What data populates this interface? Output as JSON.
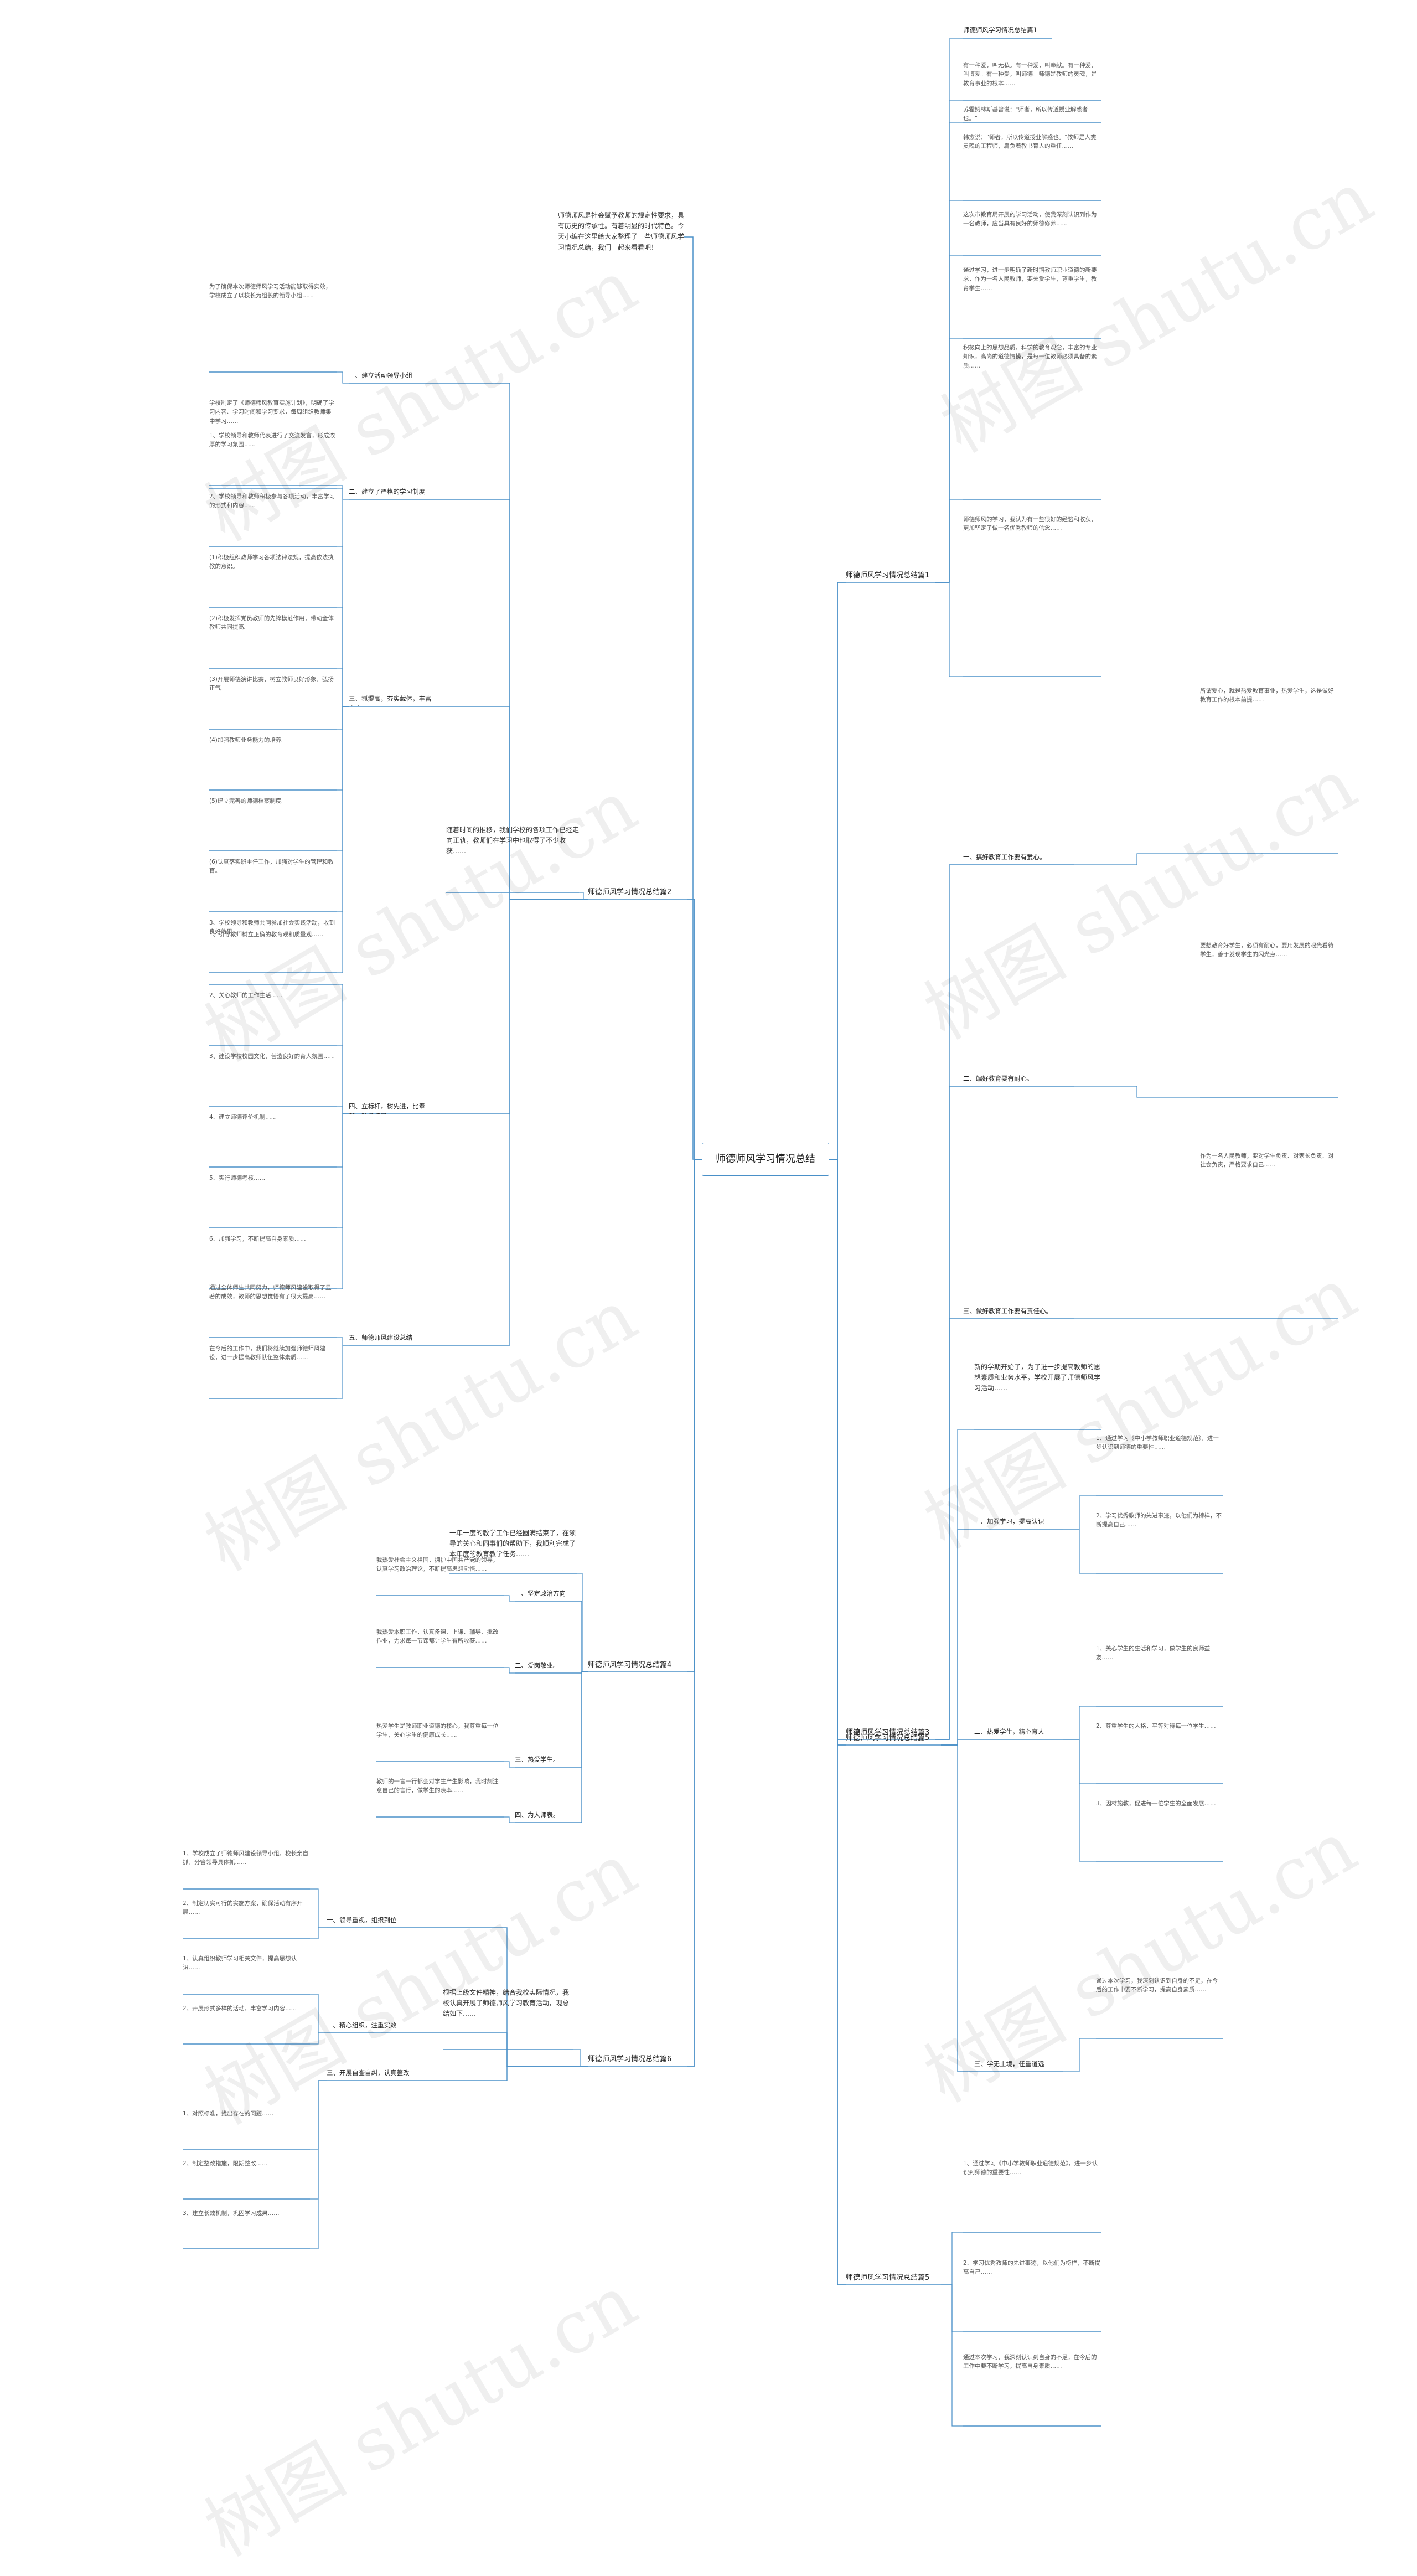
{
  "root": "师德师风学习情况总结",
  "intro": "师德师风是社会赋予教师的规定性要求，具有历史的传承性。有着明显的时代特色。今天小编在这里给大家整理了一些师德师风学习情况总结，我们一起来看看吧！",
  "watermark": "树图 shutu.cn",
  "sections": [
    {
      "title": "师德师风学习情况总结篇1",
      "leaves": [
        "有一种爱，叫无私。有一种爱，叫奉献。有一种爱，叫博爱。有一种爱，叫师德。师德是教师的灵魂，是教育事业的根本……",
        "苏霍姆林斯基曾说：\"师者，所以传道授业解惑者也。\"",
        "韩愈说：\"师者，所以传道授业解惑也。\"教师是人类灵魂的工程师，肩负着教书育人的重任……",
        "这次市教育局开展的学习活动，使我深刻认识到作为一名教师，应当具有良好的师德修养……",
        "通过学习，进一步明确了新时期教师职业道德的新要求，作为一名人民教师，要关爱学生，尊重学生，教育学生……",
        "积极向上的思想品质，科学的教育观念，丰富的专业知识，高尚的道德情操，是每一位教师必须具备的素质……",
        "师德师风的学习，我认为有一些很好的经验和收获，更加坚定了做一名优秀教师的信念……"
      ]
    },
    {
      "title": "师德师风学习情况总结篇2",
      "intro": "随着时间的推移，我们学校的各项工作已经走向正轨，教师们在学习中也取得了不少收获……",
      "subs": [
        {
          "title": "一、建立活动领导小组",
          "leaves": [
            "为了确保本次师德师风学习活动能够取得实效，学校成立了以校长为组长的领导小组……"
          ]
        },
        {
          "title": "二、建立了严格的学习制度",
          "leaves": [
            "学校制定了《师德师风教育实施计划》，明确了学习内容、学习时间和学习要求，每周组织教师集中学习……"
          ]
        },
        {
          "title": "三、抓提高，夯实载体，丰富内容",
          "leaves": [
            "1、学校领导和教师代表进行了交流发言，形成浓厚的学习氛围……",
            "2、学校领导和教师积极参与各项活动，丰富学习的形式和内容……",
            "(1)积极组织教师学习各项法律法规，提高依法执教的意识。",
            "(2)积极发挥党员教师的先锋模范作用，带动全体教师共同提高。",
            "(3)开展师德演讲比赛，树立教师良好形象，弘扬正气。",
            "(4)加强教师业务能力的培养。",
            "(5)建立完善的师德档案制度。",
            "(6)认真落实班主任工作，加强对学生的管理和教育。",
            "3、学校领导和教师共同参加社会实践活动，收到良好效果……"
          ]
        },
        {
          "title": "四、立标杆，树先进，比奉献，弘扬师风",
          "leaves": [
            "1、引导教师树立正确的教育观和质量观……",
            "2、关心教师的工作生活……",
            "3、建设学校校园文化，营造良好的育人氛围……",
            "4、建立师德评价机制……",
            "5、实行师德考核……",
            "6、加强学习，不断提高自身素质……"
          ]
        },
        {
          "title": "五、师德师风建设总结",
          "leaves": [
            "通过全体师生共同努力，师德师风建设取得了显著的成效，教师的思想觉悟有了很大提高……",
            "在今后的工作中，我们将继续加强师德师风建设，进一步提高教师队伍整体素质……"
          ]
        }
      ]
    },
    {
      "title": "师德师风学习情况总结篇3",
      "subs": [
        {
          "title": "一、搞好教育工作要有爱心。",
          "leaves": [
            "所谓爱心，就是热爱教育事业，热爱学生，这是做好教育工作的根本前提……"
          ]
        },
        {
          "title": "二、端好教育要有耐心。",
          "leaves": [
            "要想教育好学生，必须有耐心，要用发展的眼光看待学生，善于发现学生的闪光点……"
          ]
        },
        {
          "title": "三、做好教育工作要有责任心。",
          "leaves": [
            "作为一名人民教师，要对学生负责、对家长负责、对社会负责，严格要求自己……"
          ]
        }
      ]
    },
    {
      "title": "师德师风学习情况总结篇4",
      "intro": "一年一度的教学工作已经圆满结束了，在领导的关心和同事们的帮助下，我顺利完成了本年度的教育教学任务……",
      "subs": [
        {
          "title": "一、坚定政治方向",
          "leaves": [
            "我热爱社会主义祖国，拥护中国共产党的领导，认真学习政治理论，不断提高思想觉悟……"
          ]
        },
        {
          "title": "二、爱岗敬业。",
          "leaves": [
            "我热爱本职工作，认真备课、上课、辅导、批改作业，力求每一节课都让学生有所收获……"
          ]
        },
        {
          "title": "三、热爱学生。",
          "leaves": [
            "热爱学生是教师职业道德的核心，我尊重每一位学生，关心学生的健康成长……"
          ]
        },
        {
          "title": "四、为人师表。",
          "leaves": [
            "教师的一言一行都会对学生产生影响，我时刻注意自己的言行，做学生的表率……"
          ]
        }
      ]
    },
    {
      "title": "师德师风学习情况总结篇5",
      "intro": "新的学期开始了，为了进一步提高教师的思想素质和业务水平，学校开展了师德师风学习活动……",
      "subs": [
        {
          "title": "一、加强学习，提高认识",
          "leaves": [
            "1、通过学习《中小学教师职业道德规范》，进一步认识到师德的重要性……",
            "2、学习优秀教师的先进事迹，以他们为榜样，不断提高自己……"
          ]
        },
        {
          "title": "二、热爱学生，精心育人",
          "leaves": [
            "1、关心学生的生活和学习，做学生的良师益友……",
            "2、尊重学生的人格，平等对待每一位学生……",
            "3、因材施教，促进每一位学生的全面发展……"
          ]
        },
        {
          "title": "三、学无止境，任重道远",
          "leaves": [
            "通过本次学习，我深刻认识到自身的不足，在今后的工作中要不断学习，提高自身素质……"
          ]
        }
      ]
    },
    {
      "title": "师德师风学习情况总结篇6",
      "intro": "根据上级文件精神，结合我校实际情况，我校认真开展了师德师风学习教育活动，现总结如下……",
      "subs": [
        {
          "title": "一、领导重视，组织到位",
          "leaves": [
            "1、学校成立了师德师风建设领导小组，校长亲自抓，分管领导具体抓……",
            "2、制定切实可行的实施方案，确保活动有序开展……"
          ]
        },
        {
          "title": "二、精心组织，注重实效",
          "leaves": [
            "1、认真组织教师学习相关文件，提高思想认识……",
            "2、开展形式多样的活动，丰富学习内容……"
          ]
        },
        {
          "title": "三、开展自查自纠，认真整改",
          "leaves": [
            "1、对照标准，找出存在的问题……",
            "2、制定整改措施，限期整改……",
            "3、建立长效机制，巩固学习成果……"
          ]
        }
      ]
    }
  ]
}
